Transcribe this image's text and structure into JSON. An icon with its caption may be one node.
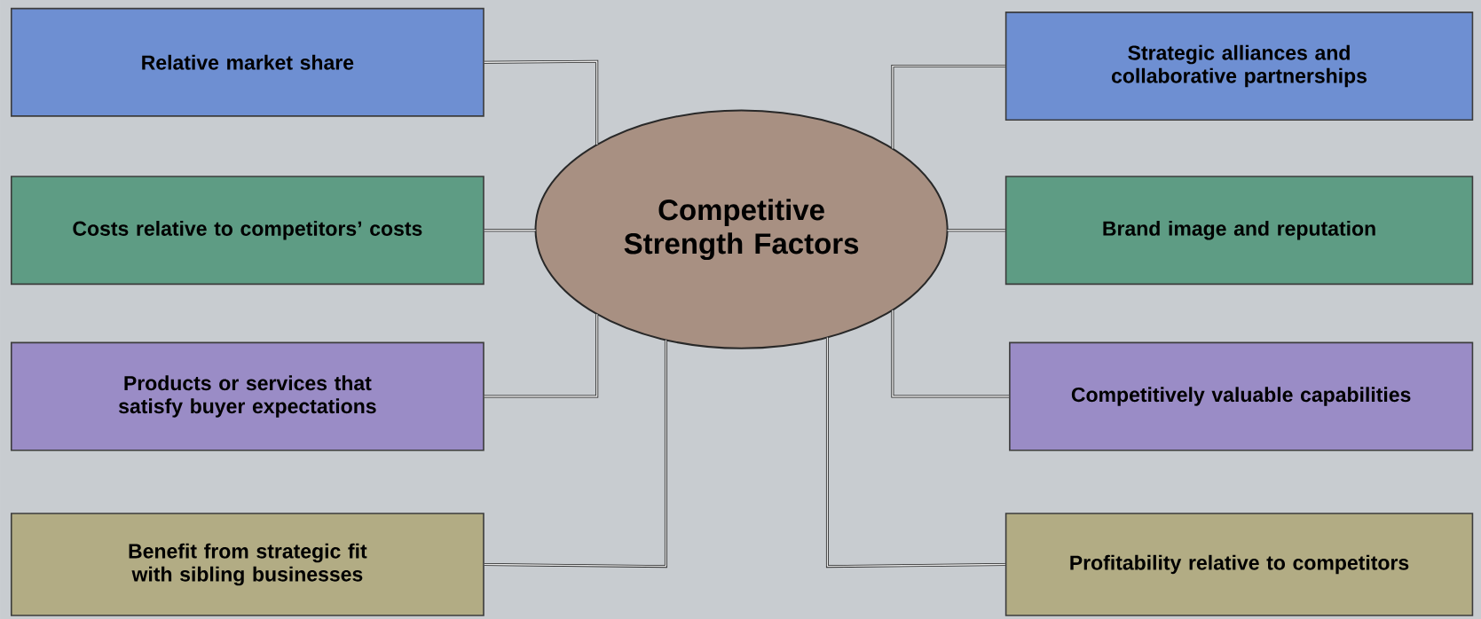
{
  "diagram": {
    "nodes": [
      {
        "text": [
          "Relative market share"
        ]
      },
      {
        "text": [
          "Strategic alliances and collaborative partnerships"
        ]
      },
      {
        "text": [
          "Competitive Strength Factors"
        ]
      },
      {
        "text": [
          "Costs relative to competitors’ costs"
        ]
      },
      {
        "text": [
          "Brand image and reputation"
        ]
      },
      {
        "text": [
          "Products or services that satisfy buyer expectations"
        ]
      },
      {
        "text": [
          "Competitively valuable capabilities"
        ]
      },
      {
        "text": [
          "Benefit from strategic fit with sibling businesses"
        ]
      },
      {
        "text": [
          "Profitability relative to competitors"
        ]
      }
    ],
    "edges": [
      {
        "from": 2,
        "to": 0,
        "arrow": "none"
      },
      {
        "from": 2,
        "to": 1,
        "arrow": "none"
      },
      {
        "from": 2,
        "to": 3,
        "arrow": "none"
      },
      {
        "from": 2,
        "to": 4,
        "arrow": "none"
      },
      {
        "from": 2,
        "to": 5,
        "arrow": "none"
      },
      {
        "from": 2,
        "to": 6,
        "arrow": "none"
      },
      {
        "from": 2,
        "to": 7,
        "arrow": "none"
      },
      {
        "from": 2,
        "to": 8,
        "arrow": "none"
      }
    ]
  }
}
